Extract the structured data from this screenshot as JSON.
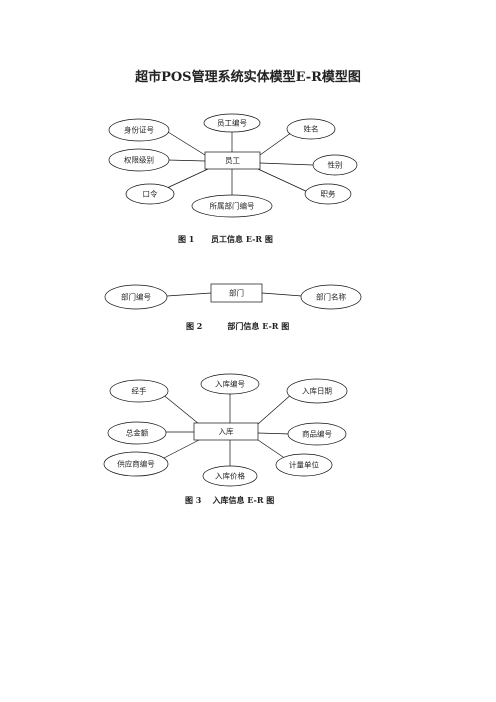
{
  "title": "超市POS管理系统实体模型E-R模型图",
  "figures": [
    {
      "caption": "图 1      员工信息 E-R 图",
      "entity": "员工",
      "attributes": [
        "员工编号",
        "身份证号",
        "姓名",
        "权限级别",
        "性别",
        "口令",
        "所属部门编号",
        "职务"
      ]
    },
    {
      "caption": "图 2         部门信息 E-R 图",
      "entity": "部门",
      "attributes": [
        "部门编号",
        "部门名称"
      ]
    },
    {
      "caption": "图 3    入库信息 E-R 图",
      "entity": "入库",
      "attributes": [
        "入库编号",
        "经手",
        "入库日期",
        "总金额",
        "商品编号",
        "供应商编号",
        "计量单位",
        "入库价格"
      ]
    }
  ]
}
